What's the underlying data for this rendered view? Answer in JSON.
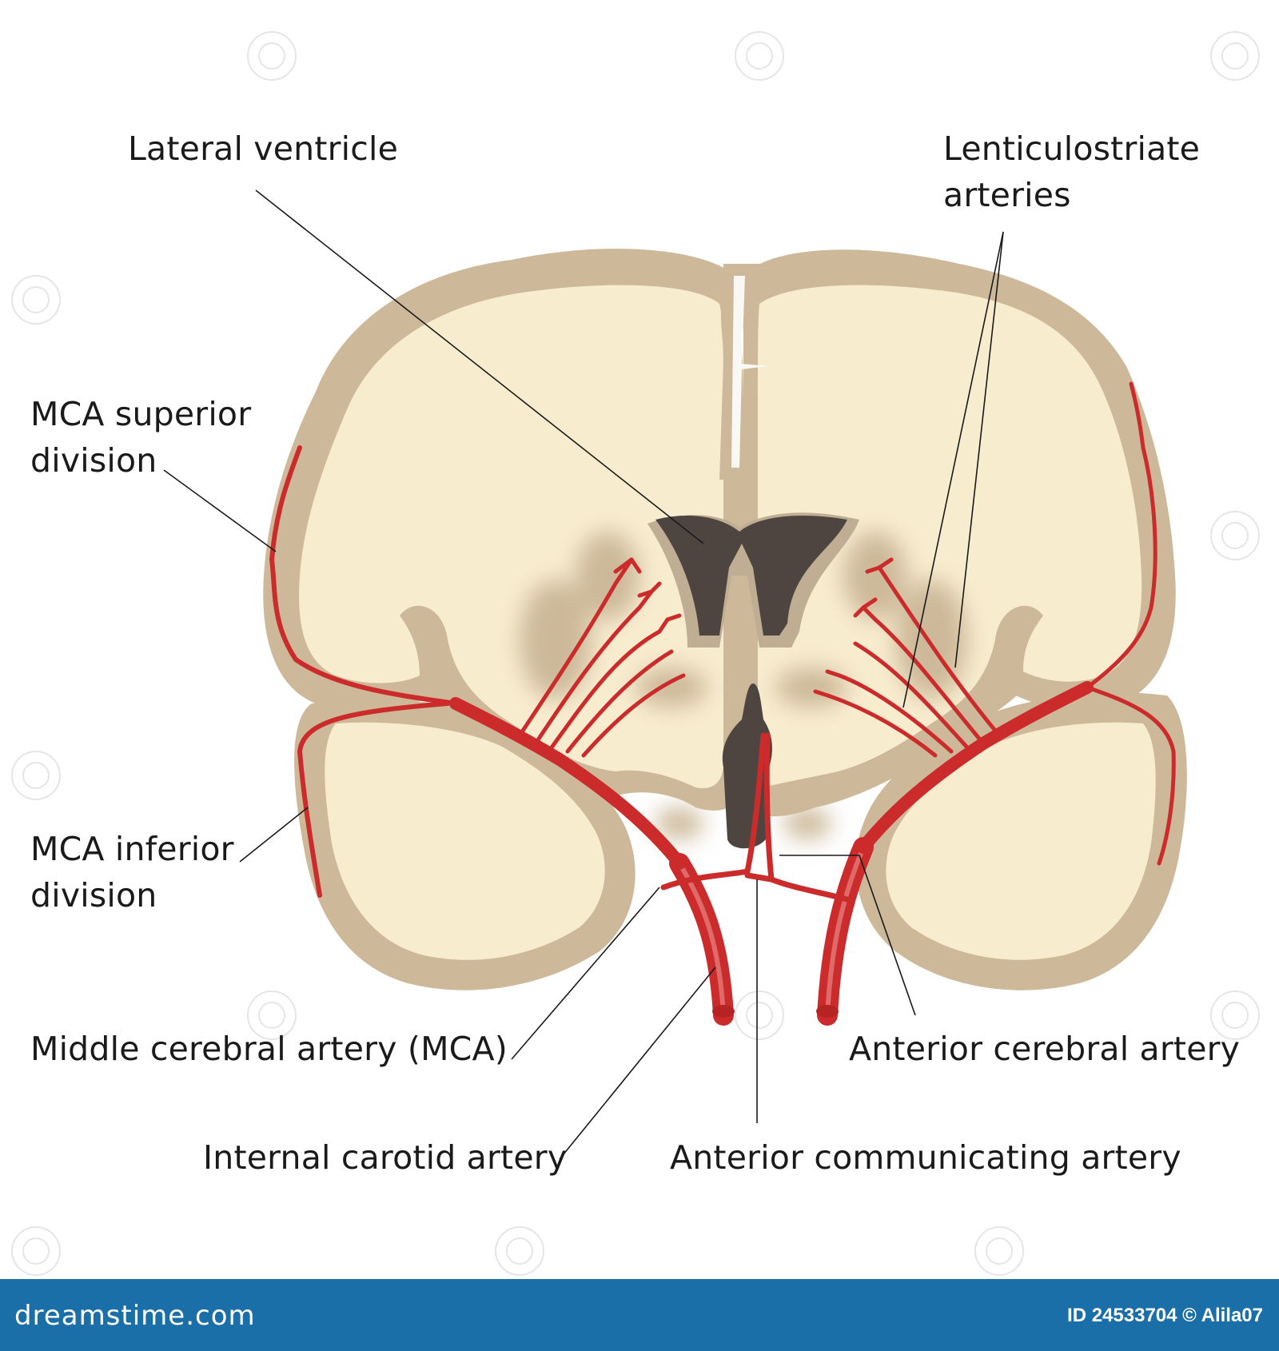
{
  "labels": {
    "lateral_ventricle": "Lateral ventricle",
    "lenticulostriate_line1": "Lenticulostriate",
    "lenticulostriate_line2": "arteries",
    "mca_superior_line1": "MCA superior",
    "mca_superior_line2": "division",
    "mca_inferior_line1": "MCA inferior",
    "mca_inferior_line2": "division",
    "middle_cerebral_artery": "Middle cerebral artery (MCA)",
    "internal_carotid_artery": "Internal carotid artery",
    "anterior_cerebral_artery": "Anterior cerebral artery",
    "anterior_communicating_artery": "Anterior communicating artery"
  },
  "footer": {
    "brand": "dreamstime.com",
    "credit": "ID 24533704 © Alila07"
  },
  "colors": {
    "cortex": "#cdb99a",
    "white_matter": "#f8eccf",
    "ventricle": "#4e4540",
    "ventricle_rim": "#bfae93",
    "artery": "#cc2b2b",
    "artery_highlight": "#e06a6a",
    "footer_bg": "#1a6fa8"
  }
}
